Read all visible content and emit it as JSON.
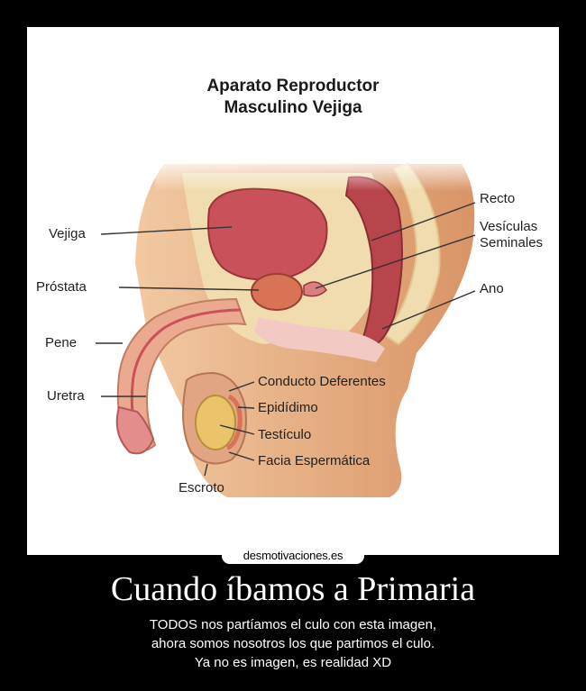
{
  "diagram": {
    "title_line1": "Aparato Reproductor",
    "title_line2": "Masculino Vejiga",
    "labels": {
      "vejiga": "Vejiga",
      "prostata": "Próstata",
      "pene": "Pene",
      "uretra": "Uretra",
      "recto": "Recto",
      "vesiculas_1": "Vesículas",
      "vesiculas_2": "Seminales",
      "ano": "Ano",
      "conducto": "Conducto Deferentes",
      "epididimo": "Epidídimo",
      "testiculo": "Testículo",
      "facia": "Facia Espermática",
      "escroto": "Escroto"
    },
    "colors": {
      "skin": "#e9b58c",
      "bone": "#f0dcae",
      "organ": "#c9525a",
      "organ_dark": "#9c3338",
      "tissue": "#f3c9c4"
    }
  },
  "watermark": "desmotivaciones.es",
  "caption": {
    "title": "Cuando íbamos a Primaria",
    "line1": "TODOS nos partíamos el culo con esta imagen,",
    "line2": "ahora somos nosotros los que partimos el culo.",
    "line3": "Ya no es imagen, es realidad XD"
  }
}
